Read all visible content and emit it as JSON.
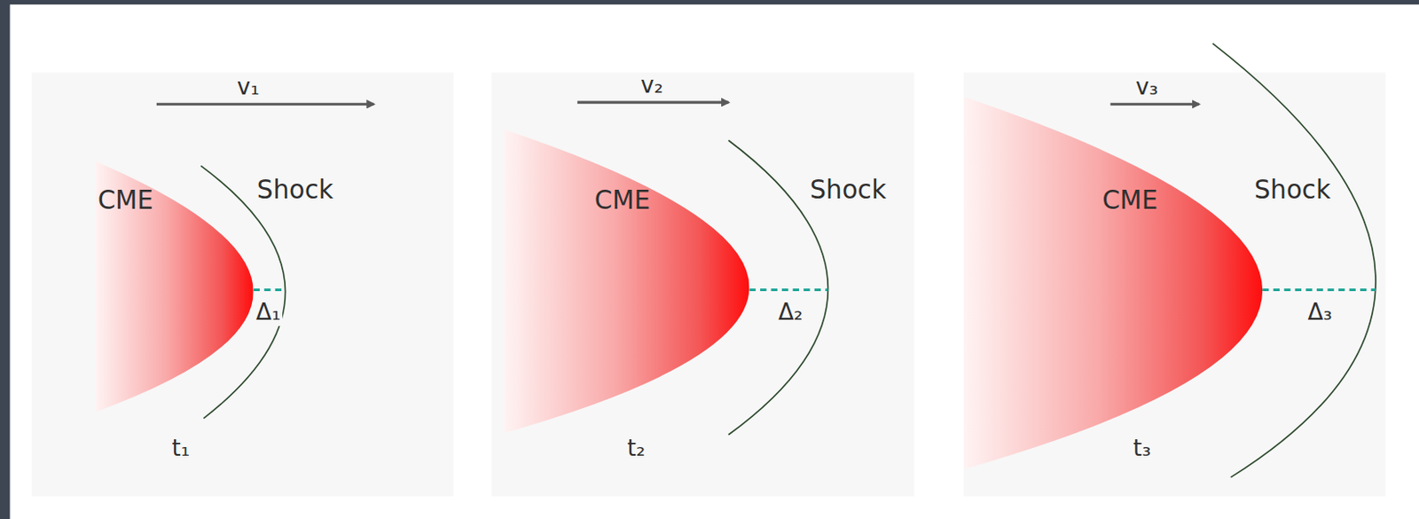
{
  "diagram": {
    "nodes": [
      {
        "text": [
          "CME"
        ]
      },
      {
        "text": [
          "CME"
        ]
      },
      {
        "text": [
          "CME"
        ]
      }
    ],
    "labels": [
      "v₁",
      "Shock",
      "Δ₁",
      "t₁",
      "v₂",
      "Shock",
      "Δ₂",
      "t₂",
      "v₃",
      "Shock",
      "Δ₃",
      "t₃"
    ]
  }
}
